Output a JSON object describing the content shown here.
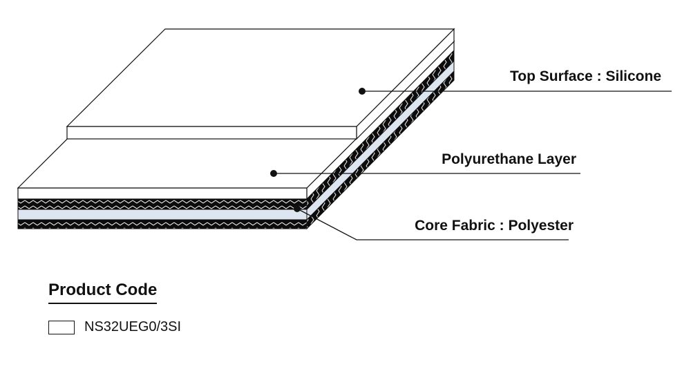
{
  "diagram": {
    "labels": {
      "top_surface": "Top Surface : Silicone",
      "polyurethane": "Polyurethane Layer",
      "core_fabric": "Core Fabric : Polyester"
    }
  },
  "product": {
    "heading": "Product Code",
    "code": "NS32UEG0/3SI"
  },
  "colors": {
    "fabric": "#0c0c0c",
    "band": "#dde5f1",
    "stroke": "#111111",
    "surface": "#ffffff"
  }
}
